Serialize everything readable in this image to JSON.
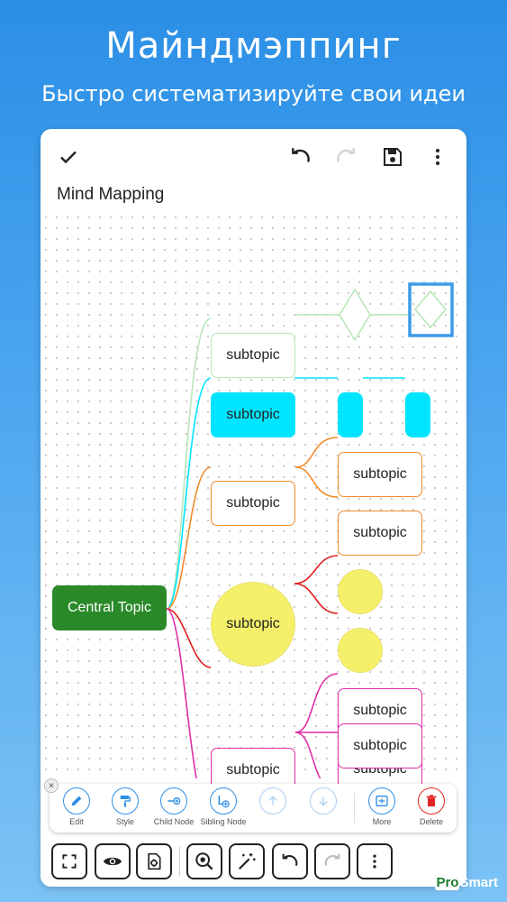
{
  "promo": {
    "headline": "Майндмэппинг",
    "subline": "Быстро систематизируйте свои идеи"
  },
  "appbar": {
    "icons": [
      "check-icon",
      "undo-icon",
      "redo-icon",
      "save-icon",
      "more-vert-icon"
    ]
  },
  "document": {
    "title": "Mind Mapping"
  },
  "mindmap": {
    "central": {
      "label": "Central Topic",
      "color": "#2a8a2a"
    },
    "branches": [
      {
        "label": "subtopic",
        "color": "#b8e6b8",
        "style": "outline",
        "children": [
          "",
          ""
        ]
      },
      {
        "label": "subtopic",
        "color": "#00e5ff",
        "style": "filled",
        "children": [
          "",
          ""
        ]
      },
      {
        "label": "subtopic",
        "color": "#f08a2c",
        "style": "outline",
        "children": [
          "subtopic",
          "subtopic"
        ]
      },
      {
        "label": "subtopic",
        "color": "#f5f06a",
        "style": "circle",
        "children": [
          "",
          ""
        ]
      },
      {
        "label": "subtopic",
        "color": "#e02ea6",
        "style": "outline",
        "children": [
          "subtopic",
          "subtopic",
          "subtopic"
        ]
      }
    ],
    "selection_color": "#3d9be9",
    "red_line_color": "#e01c1c"
  },
  "toolbar": {
    "items": [
      {
        "label": "Edit",
        "icon": "pencil-icon",
        "color": "#2b8fe6"
      },
      {
        "label": "Style",
        "icon": "paint-roller-icon",
        "color": "#2b8fe6"
      },
      {
        "label": "Child Node",
        "icon": "add-child-icon",
        "color": "#2b8fe6"
      },
      {
        "label": "Sibling Node",
        "icon": "add-sibling-icon",
        "color": "#2b8fe6"
      },
      {
        "label": "",
        "icon": "arrow-up-icon",
        "color": "#a8cdf0"
      },
      {
        "label": "",
        "icon": "arrow-down-icon",
        "color": "#a8cdf0"
      },
      {
        "label": "More",
        "icon": "more-icon",
        "color": "#2b8fe6"
      },
      {
        "label": "Delete",
        "icon": "trash-icon",
        "color": "#e02424"
      }
    ]
  },
  "bottombar": {
    "icons": [
      "fullscreen-icon",
      "eye-icon",
      "file-settings-icon",
      "search-zoom-icon",
      "magic-wand-icon",
      "undo-icon",
      "redo-icon",
      "more-vert-icon"
    ]
  },
  "watermark": {
    "pro": "Pro",
    "rest": "Smart"
  }
}
